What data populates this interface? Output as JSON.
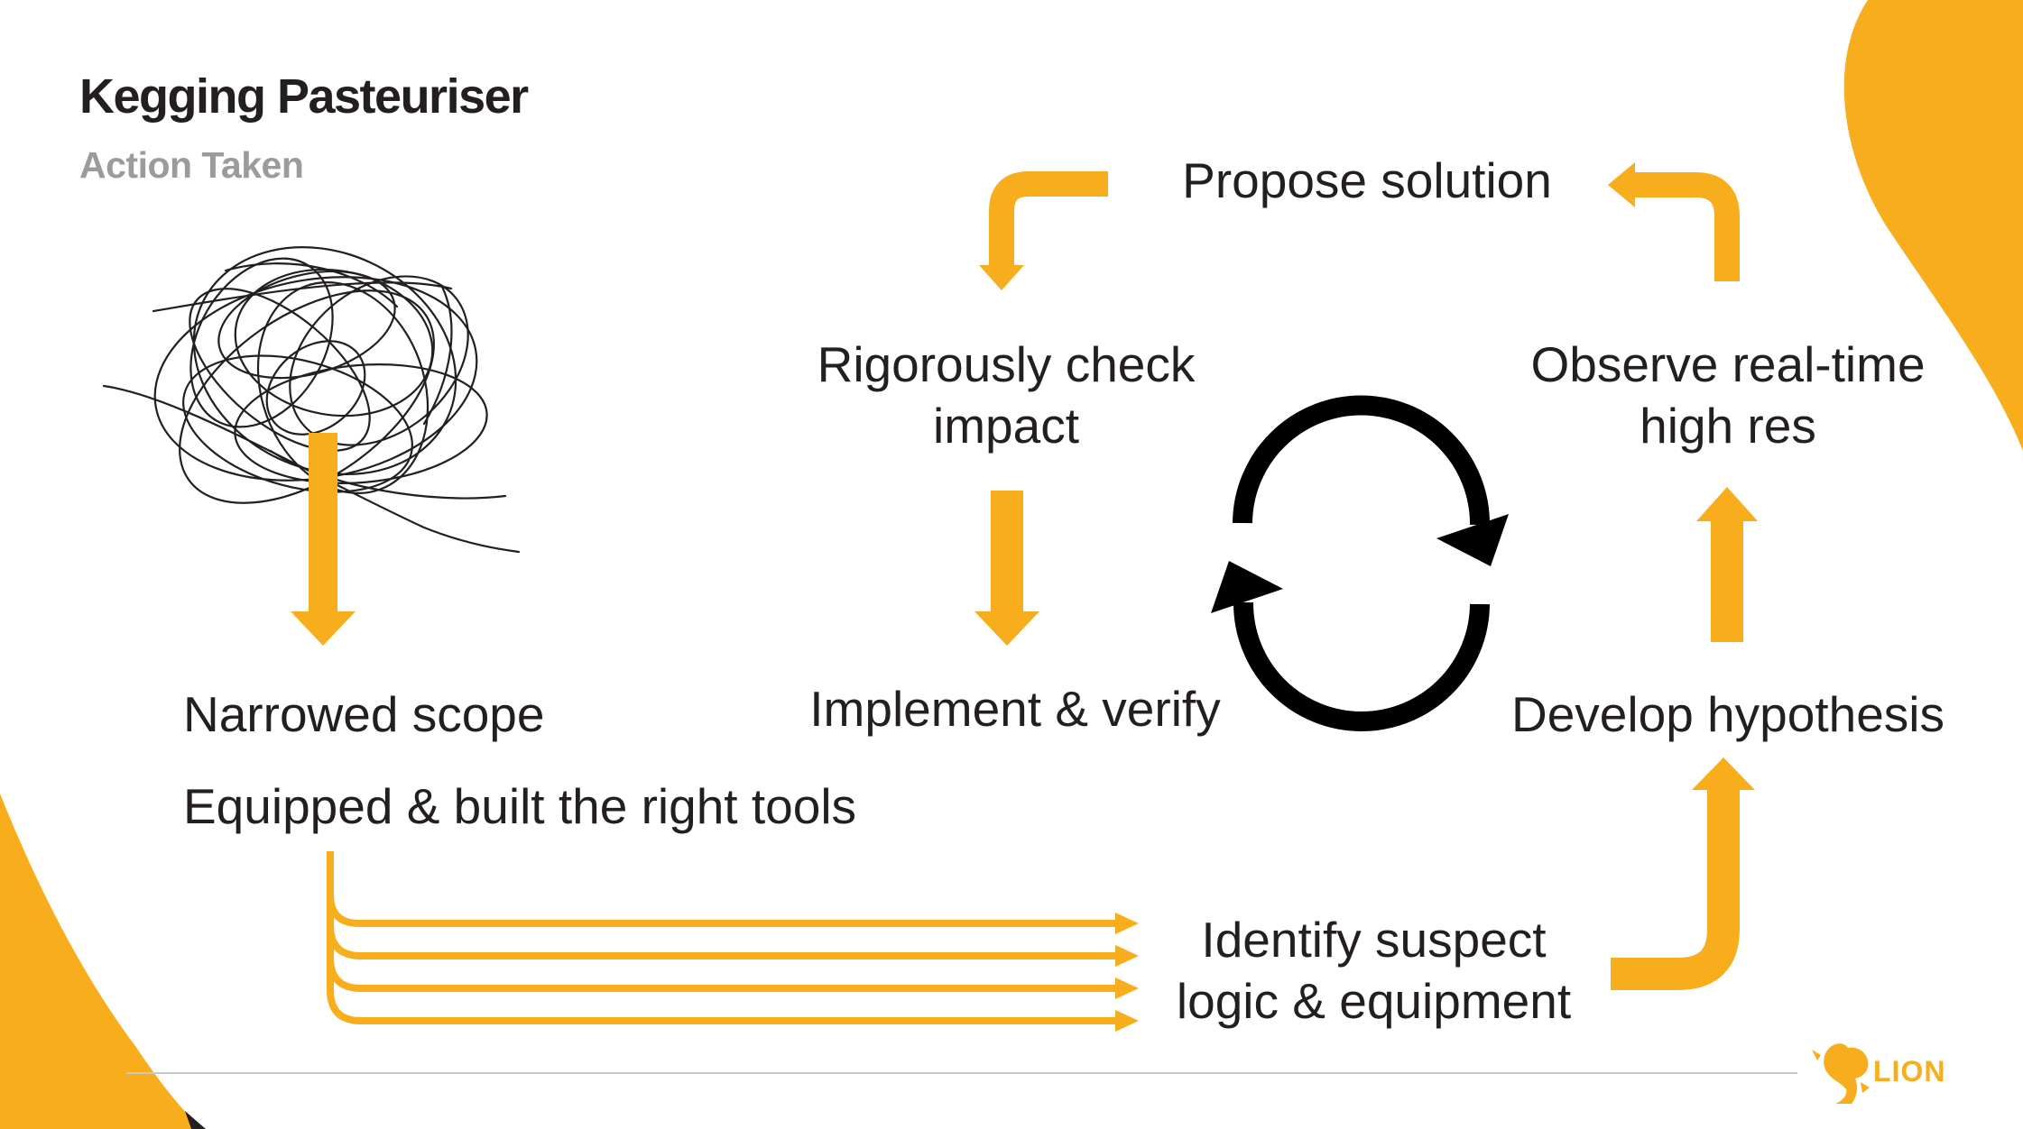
{
  "header": {
    "title": "Kegging Pasteuriser",
    "subtitle": "Action Taken"
  },
  "steps": {
    "narrowed_scope": "Narrowed scope",
    "equipped_tools": "Equipped & built the right tools",
    "identify_suspect_line1": "Identify suspect",
    "identify_suspect_line2": "logic & equipment",
    "develop_hypothesis": "Develop hypothesis",
    "observe_line1": "Observe real-time",
    "observe_line2": "high res",
    "propose_solution": "Propose solution",
    "check_impact_line1": "Rigorously check",
    "check_impact_line2": "impact",
    "implement_verify": "Implement & verify"
  },
  "logo": {
    "text": "LION"
  },
  "icons": [
    "scribble-icon",
    "cycle-icon",
    "lion-logo-icon"
  ],
  "colors": {
    "accent": "#f8ae1c",
    "text": "#231f20",
    "subtitle": "#9b9b9b",
    "divider": "#c8c8c8"
  }
}
